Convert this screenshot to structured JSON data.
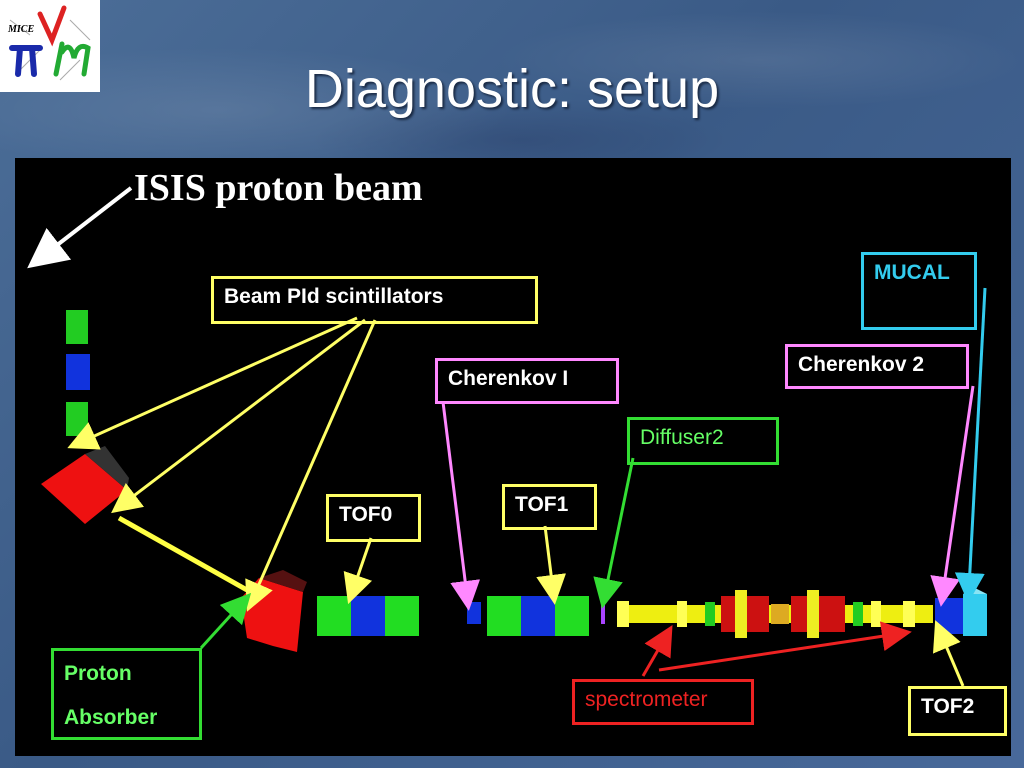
{
  "slide": {
    "title": "Diagnostic: setup"
  },
  "logo": {
    "text": "MICE"
  },
  "diagram": {
    "heading": "ISIS proton beam",
    "labels": {
      "beam_pid": "Beam PId scintillators",
      "cherenkov1": "Cherenkov I",
      "cherenkov2": "Cherenkov 2",
      "mucal": "MUCAL",
      "diffuser2": "Diffuser2",
      "tof0": "TOF0",
      "tof1": "TOF1",
      "tof2": "TOF2",
      "proton_absorber_line1": "Proton",
      "proton_absorber_line2": "Absorber",
      "spectrometer": "spectrometer"
    }
  },
  "colors": {
    "title": "#ffffff",
    "panel": "#000000",
    "yellow": "#ffff66",
    "magenta": "#ff88ff",
    "green": "#33dd33",
    "cyan": "#33ccee",
    "red": "#ee2222",
    "blue": "#1133dd"
  }
}
